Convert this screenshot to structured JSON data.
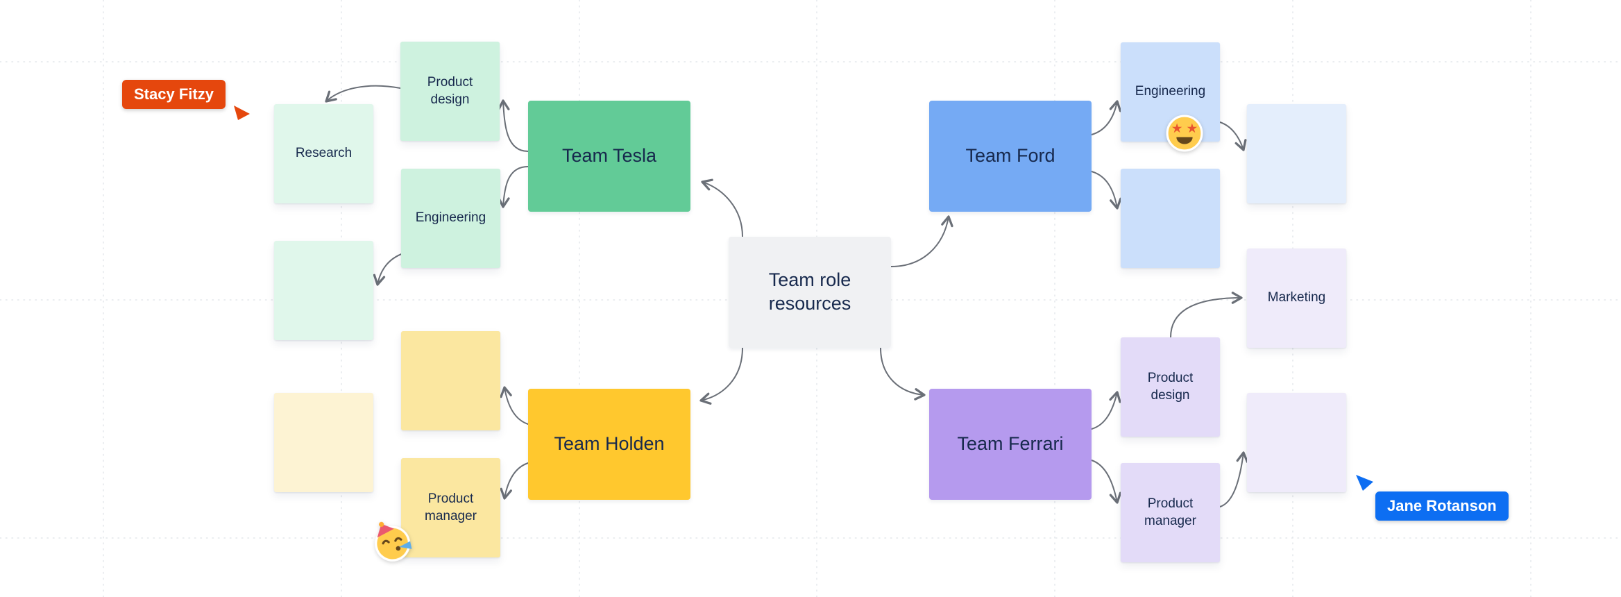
{
  "board": {
    "background": "#FFFFFF",
    "grid_color": "#E4E7EB",
    "connector_color": "#6A6F77",
    "text_color": "#17294D"
  },
  "center_node": {
    "label": "Team role resources",
    "color": "#F0F1F3"
  },
  "team_nodes": [
    {
      "id": "tesla",
      "label": "Team Tesla",
      "color": "#62CB97"
    },
    {
      "id": "ford",
      "label": "Team Ford",
      "color": "#75AAF4"
    },
    {
      "id": "holden",
      "label": "Team Holden",
      "color": "#FFC82E"
    },
    {
      "id": "ferrari",
      "label": "Team Ferrari",
      "color": "#B59AEE"
    }
  ],
  "stickies": [
    {
      "id": "tesla-product-design",
      "label": "Product design",
      "color": "#CEF2DF"
    },
    {
      "id": "tesla-research",
      "label": "Research",
      "color": "#E0F7EB"
    },
    {
      "id": "tesla-engineering",
      "label": "Engineering",
      "color": "#CEF2DF"
    },
    {
      "id": "tesla-empty",
      "label": "",
      "color": "#E0F7EB"
    },
    {
      "id": "holden-empty-top",
      "label": "",
      "color": "#FBE7A0"
    },
    {
      "id": "holden-empty-left",
      "label": "",
      "color": "#FDF3D3"
    },
    {
      "id": "holden-product-manager",
      "label": "Product manager",
      "color": "#FBE7A0"
    },
    {
      "id": "ford-engineering",
      "label": "Engineering",
      "color": "#CBDFFB"
    },
    {
      "id": "ford-empty",
      "label": "",
      "color": "#CBDFFB"
    },
    {
      "id": "ford-empty-pale",
      "label": "",
      "color": "#E4EEFC"
    },
    {
      "id": "ferrari-marketing",
      "label": "Marketing",
      "color": "#EFEBFA"
    },
    {
      "id": "ferrari-product-design",
      "label": "Product design",
      "color": "#E3DBF8"
    },
    {
      "id": "ferrari-product-manager",
      "label": "Product manager",
      "color": "#E3DBF8"
    },
    {
      "id": "ferrari-empty",
      "label": "",
      "color": "#EFEBFA"
    }
  ],
  "cursors": [
    {
      "name": "Stacy Fitzy",
      "color": "#E5470D"
    },
    {
      "name": "Jane Rotanson",
      "color": "#0D6EF2"
    }
  ],
  "emojis": [
    {
      "name": "star-struck",
      "char": "🤩"
    },
    {
      "name": "partying-face",
      "char": "🥳"
    }
  ]
}
